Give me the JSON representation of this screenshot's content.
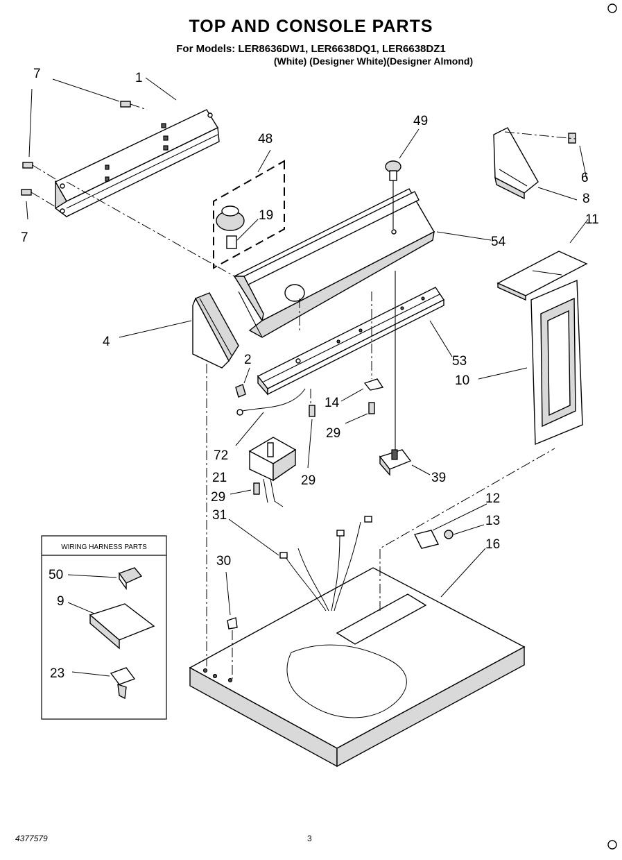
{
  "header": {
    "title": "TOP AND CONSOLE PARTS",
    "models_line": "For Models: LER8636DW1, LER6638DQ1, LER6638DZ1",
    "colors_line": "(White)    (Designer White)(Designer Almond)"
  },
  "footer": {
    "doc_number": "4377579",
    "page_number": "3"
  },
  "wiring_box": {
    "title": "WIRING HARNESS PARTS"
  },
  "callouts": {
    "c1": "1",
    "c2": "2",
    "c4": "4",
    "c6": "6",
    "c7a": "7",
    "c7b": "7",
    "c8": "8",
    "c9": "9",
    "c10": "10",
    "c11": "11",
    "c12": "12",
    "c13": "13",
    "c14": "14",
    "c16": "16",
    "c19": "19",
    "c21": "21",
    "c23": "23",
    "c29a": "29",
    "c29b": "29",
    "c29c": "29",
    "c30": "30",
    "c31": "31",
    "c39": "39",
    "c48": "48",
    "c49": "49",
    "c50": "50",
    "c53": "53",
    "c54": "54",
    "c72": "72"
  }
}
